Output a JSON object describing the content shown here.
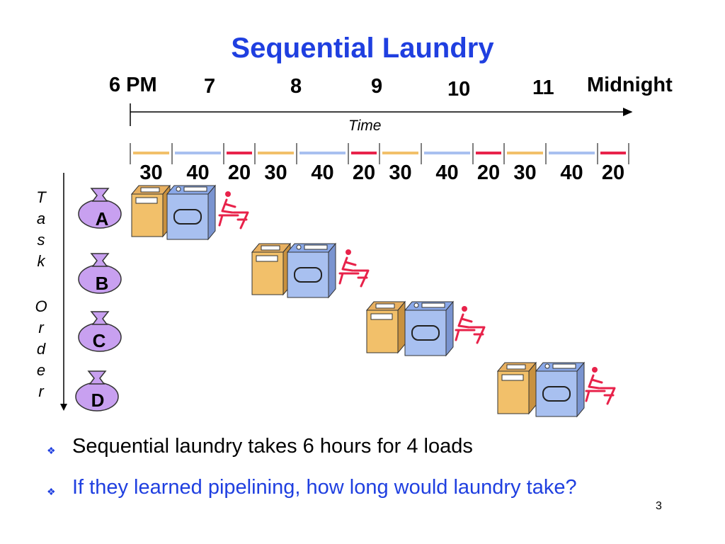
{
  "title": "Sequential Laundry",
  "timeline": {
    "hours": [
      "6 PM",
      "7",
      "8",
      "9",
      "10",
      "11",
      "Midnight"
    ],
    "axis_label": "Time"
  },
  "durations": [
    "30",
    "40",
    "20",
    "30",
    "40",
    "20",
    "30",
    "40",
    "20",
    "30",
    "40",
    "20"
  ],
  "segment_colors": {
    "wash": "#f2c06a",
    "dry": "#a8c0f0",
    "fold": "#e8224a"
  },
  "task_order_label": [
    "T",
    "a",
    "s",
    "k",
    "O",
    "r",
    "d",
    "e",
    "r"
  ],
  "tasks": [
    "A",
    "B",
    "C",
    "D"
  ],
  "colors": {
    "title": "#1f3fe0",
    "bag": "#c8a0f0",
    "washer": "#f2c06a",
    "dryer": "#a8c0f0",
    "folder": "#e8224a"
  },
  "bullets": [
    "Sequential laundry takes 6 hours for 4 loads",
    "If they learned pipelining, how long would laundry take?"
  ],
  "page_number": "3"
}
